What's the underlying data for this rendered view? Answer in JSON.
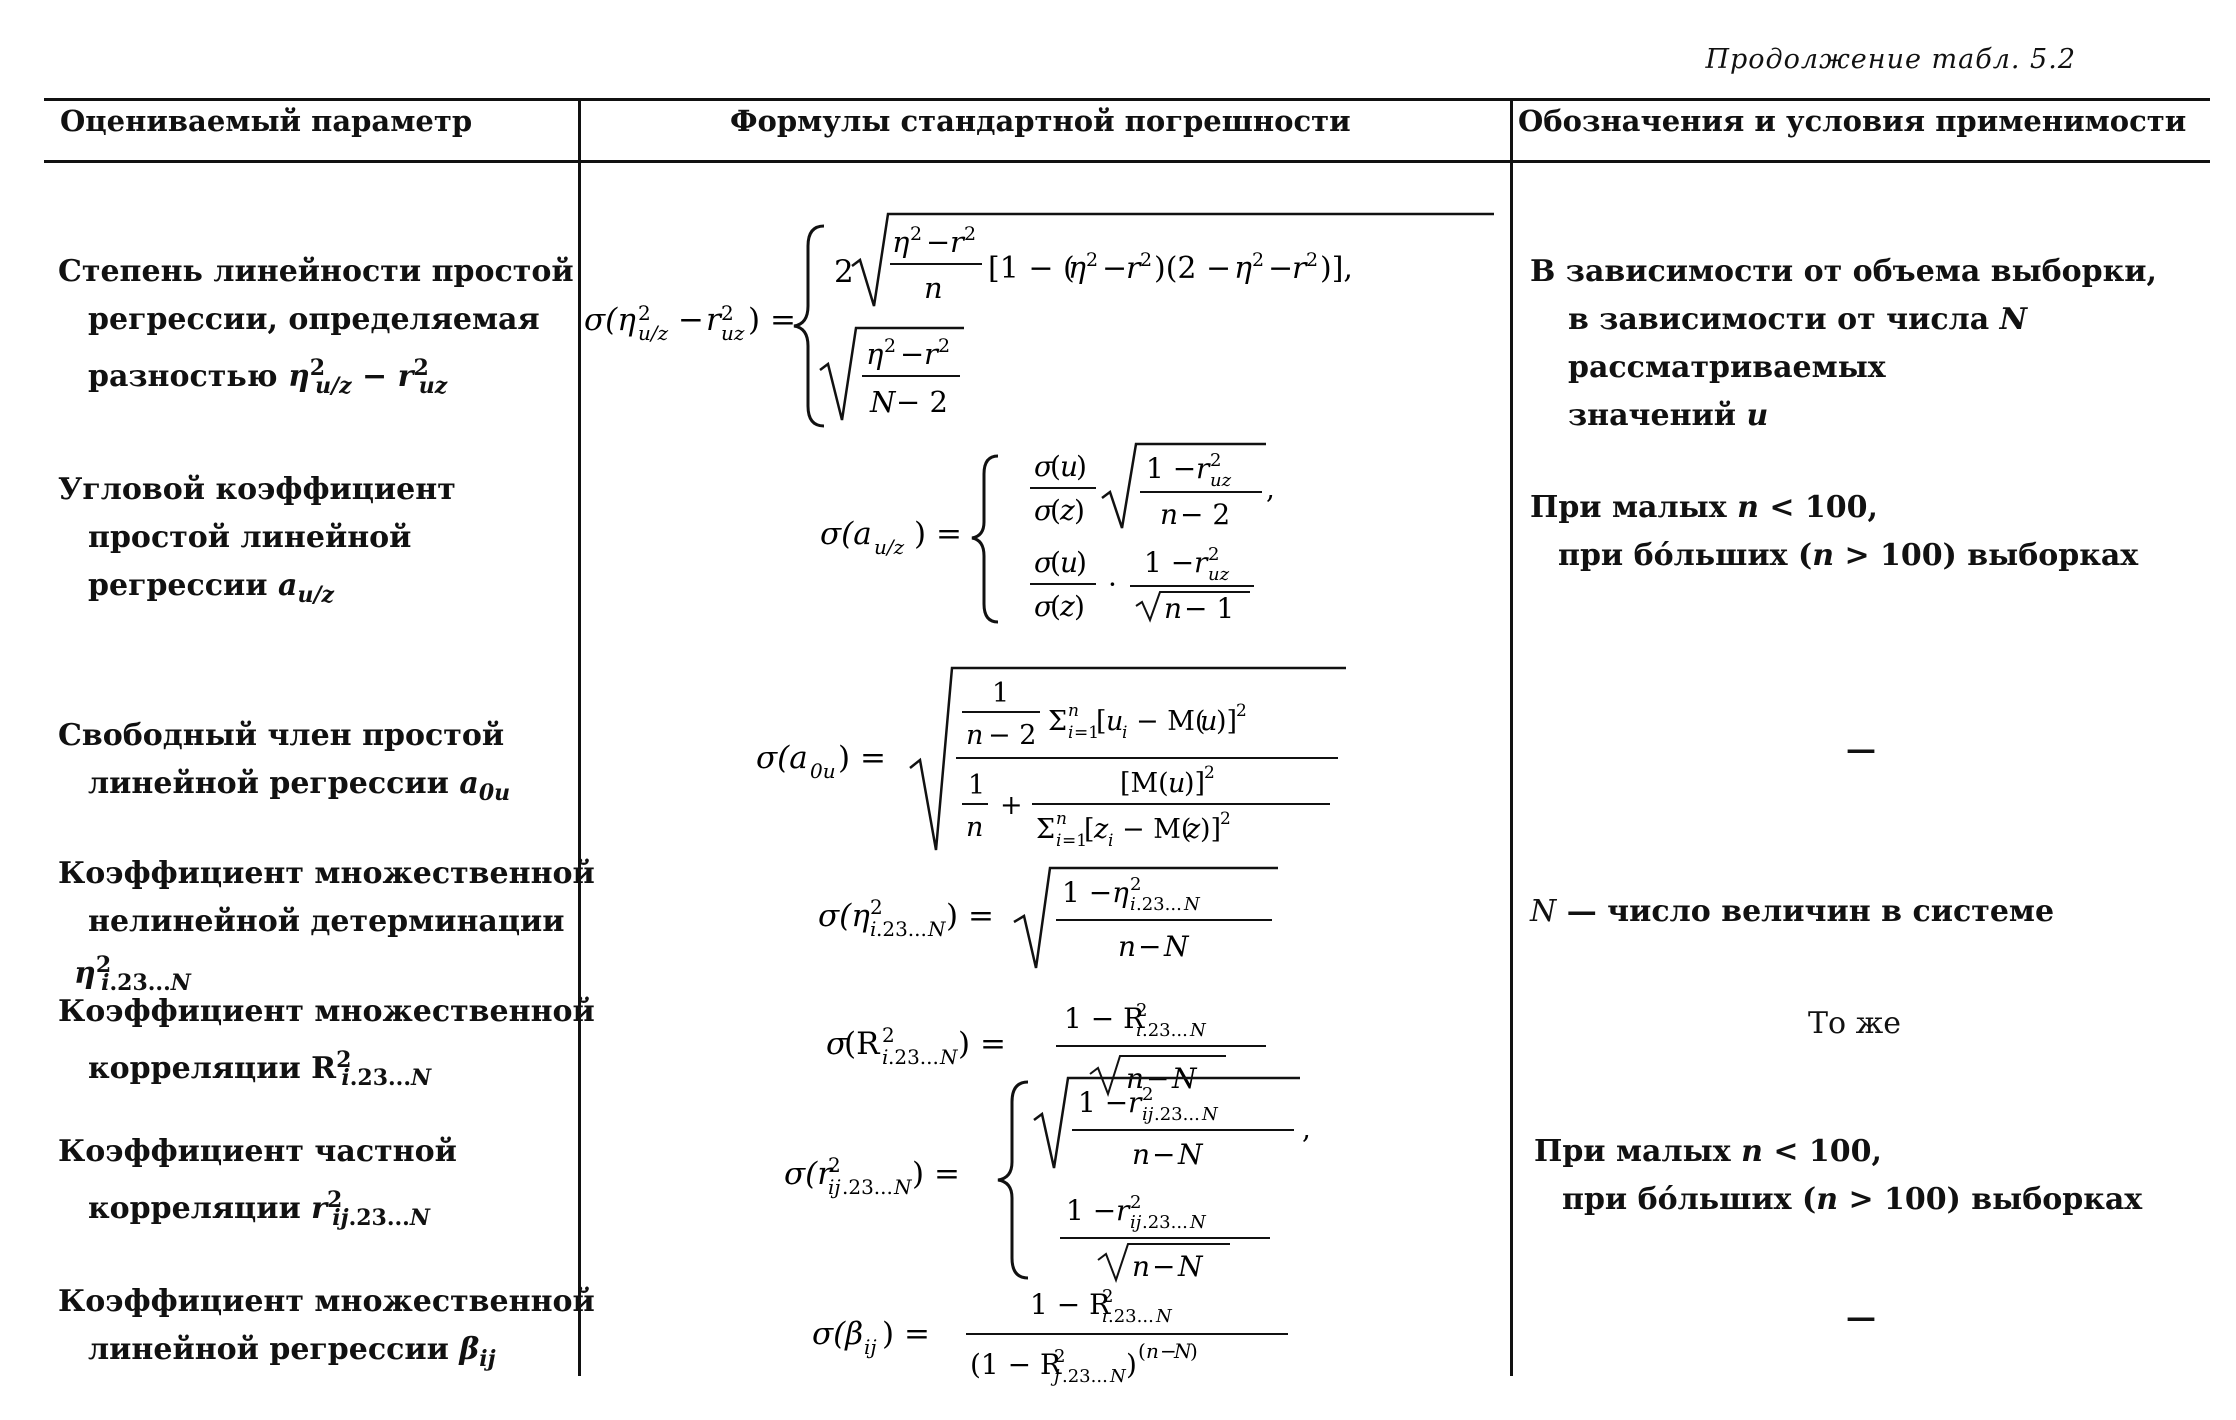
{
  "caption": "Продолжение табл. 5.2",
  "headers": {
    "param": "Оцениваемый параметр",
    "formula": "Формулы стандартной погрешности",
    "conditions": "Обозначения и условия применимости"
  },
  "rows": [
    {
      "param_lines": [
        "Степень линейности простой",
        "регрессии, определяемая",
        "разностью η²u/z − r²uz"
      ],
      "formula_text": "σ(η²u/z − r²uz) = { 2√((η² − r²)/n [1 − (η² − r²)(2 − η² − r²)]), √((η² − r²)/(N − 2))",
      "conditions_lines": [
        "В зависимости от объема выборки,",
        "в зависимости от числа N",
        "рассматриваемых",
        "значений u"
      ]
    },
    {
      "param_lines": [
        "Угловой коэффициент",
        "простой линейной",
        "регрессии au/z"
      ],
      "formula_text": "σ(au/z) = { σ(u)/σ(z) √((1 − r²uz)/(n − 2)), σ(u)/σ(z) · (1 − r²uz)/√(n − 1)",
      "conditions_lines": [
        "При малых n < 100,",
        "при бóльших (n > 100) выборках"
      ]
    },
    {
      "param_lines": [
        "Свободный член простой",
        "линейной регрессии a0u"
      ],
      "formula_text": "σ(a0u) = √( (1/(n − 2) Σⁿi=1 [ui − M(u)]²) / (1/n + [M(u)]² / Σⁿi=1 [zi − M(z)]²) )",
      "conditions_lines": [
        "—"
      ]
    },
    {
      "param_lines": [
        "Коэффициент множественной",
        "нелинейной детерминации",
        "η²i.23...N"
      ],
      "formula_text": "σ(η²i.23...N) = √((1 − η²i.23...N)/(n − N))",
      "conditions_lines": [
        "N — число величин в системе"
      ]
    },
    {
      "param_lines": [
        "Коэффициент множественной",
        "корреляции R²i.23...N"
      ],
      "formula_text": "σ(R²i.23...N) = (1 − R²i.23...N)/√(n − N)",
      "conditions_lines": [
        "То же"
      ]
    },
    {
      "param_lines": [
        "Коэффициент частной",
        "корреляции r²ij.23...N"
      ],
      "formula_text": "σ(r²ij.23...N) = { √((1 − r²ij.23...N)/(n − N)), (1 − r²ij.23...N)/√(n − N)",
      "conditions_lines": [
        "При малых n < 100,",
        "при бóльших (n > 100) выборках"
      ]
    },
    {
      "param_lines": [
        "Коэффициент множественной",
        "линейной регрессии βij"
      ],
      "formula_text": "σ(βij) = (1 − R²i.23...N)/(1 − R²j.23...N)^(n−N)",
      "conditions_lines": [
        "—"
      ]
    }
  ]
}
